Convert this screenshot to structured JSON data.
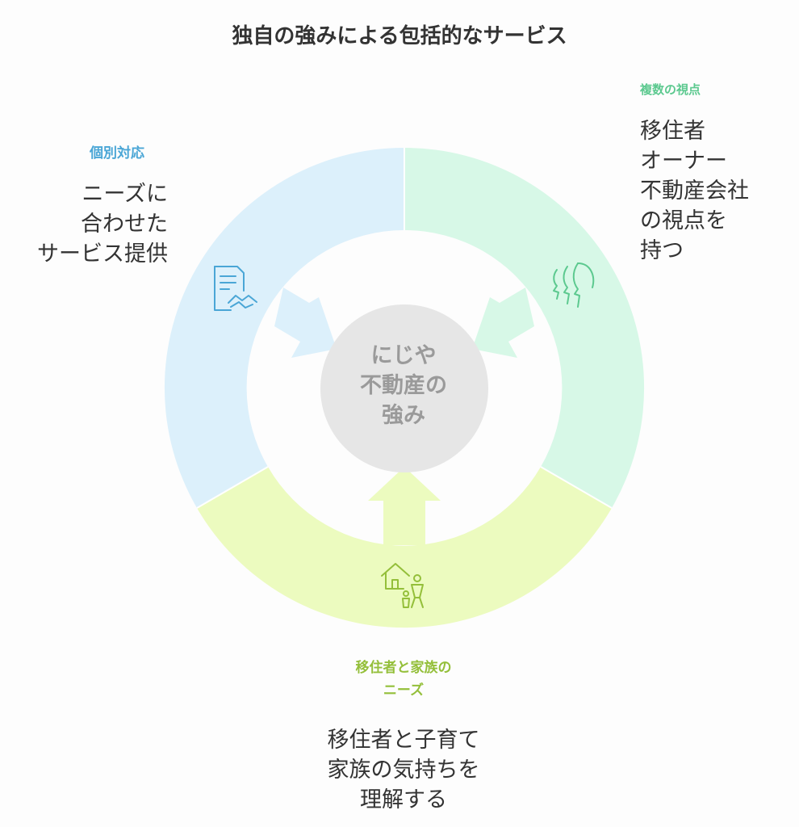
{
  "title": "独自の強みによる包括的なサービス",
  "center": {
    "lines": [
      "にじや",
      "不動産の",
      "強み"
    ]
  },
  "sections": {
    "individual": {
      "heading": "個別対応",
      "lines": [
        "ニーズに",
        "合わせた",
        "サービス提供"
      ],
      "heading_color": "#4aa6d6",
      "icon": "handshake-document-icon"
    },
    "viewpoints": {
      "heading": "複数の視点",
      "lines": [
        "移住者",
        "オーナー",
        "不動産会社",
        "の視点を",
        "持つ"
      ],
      "heading_color": "#5cc98f",
      "icon": "heads-profile-icon"
    },
    "needs": {
      "heading_lines": [
        "移住者と家族の",
        "ニーズ"
      ],
      "lines": [
        "移住者と子育て",
        "家族の気持ちを",
        "理解する"
      ],
      "heading_color": "#94bf3a",
      "icon": "house-family-icon"
    }
  },
  "colors": {
    "individual_segment": "#dcf0fb",
    "viewpoints_segment": "#d7f8e7",
    "needs_segment": "#ecfbbf",
    "center_circle": "#e6e6e6",
    "blue_icon": "#4aa6d6",
    "green_icon": "#5cc98f",
    "olive_icon": "#94bf3a"
  }
}
